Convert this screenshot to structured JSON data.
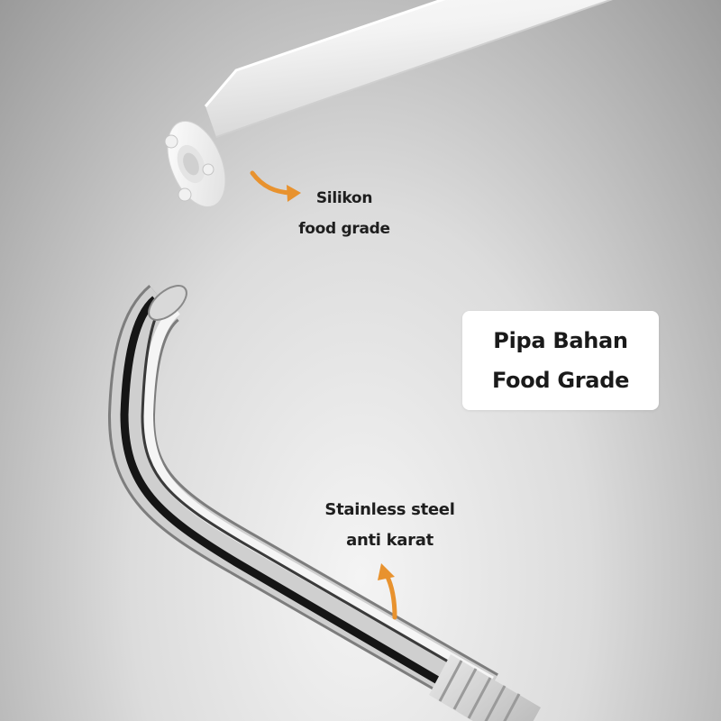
{
  "callouts": {
    "silicone": {
      "line1": "Silikon",
      "line2": "food grade",
      "arrow_color": "#e8922e"
    },
    "steel": {
      "line1": "Stainless steel",
      "line2": "anti karat",
      "arrow_color": "#e8922e"
    }
  },
  "title_card": {
    "line1": "Pipa Bahan",
    "line2": "Food Grade"
  },
  "colors": {
    "silicone_tube": "#f4f4f4",
    "steel_pipe": "#c9c9c9",
    "card_background": "#ffffff"
  }
}
